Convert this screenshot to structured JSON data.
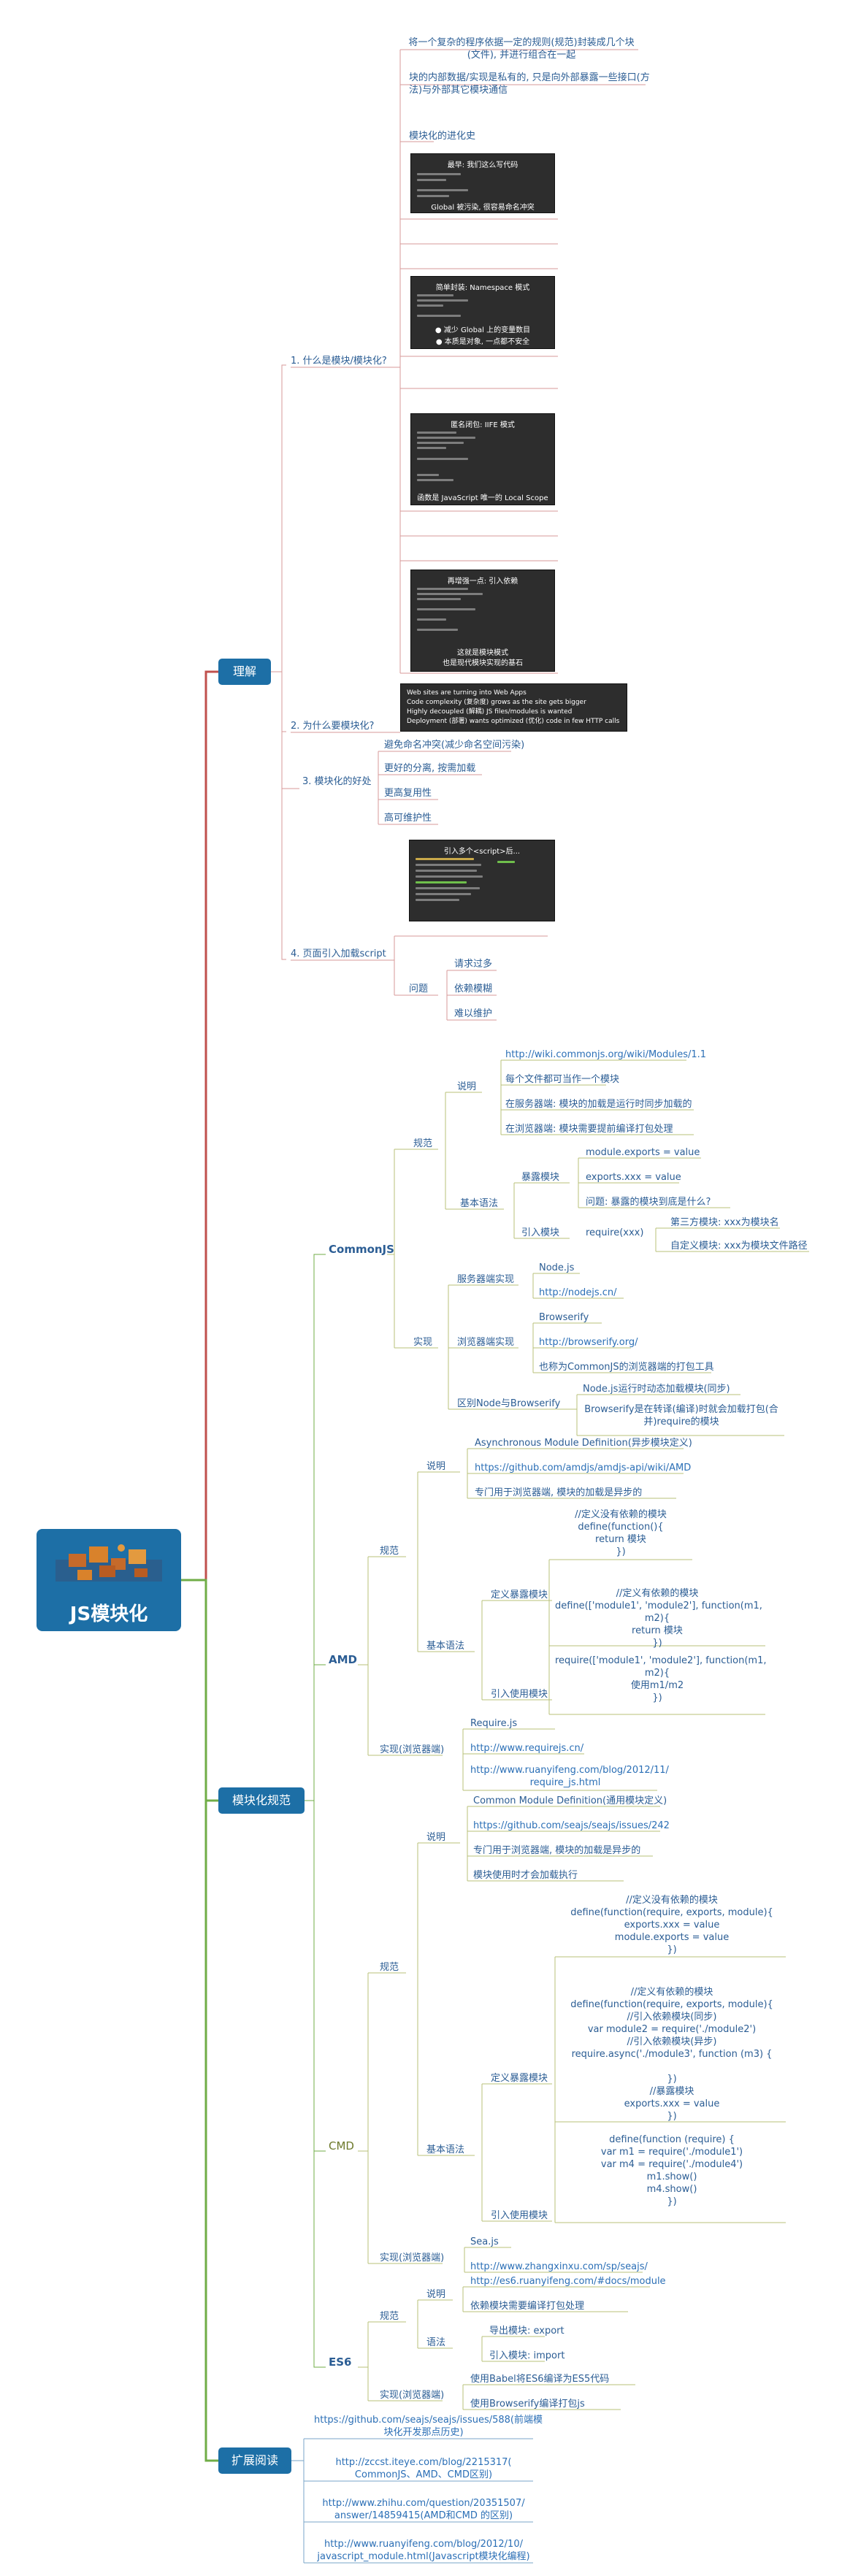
{
  "colors": {
    "red_branch": "#c0504d",
    "green_branch": "#70ad47",
    "node_fill": "#1d6fa6",
    "leaf_text": "#2b5d94"
  },
  "central": {
    "title": "JS模块化"
  },
  "main": {
    "understand": "理解",
    "spec": "模块化规范",
    "reading": "扩展阅读"
  },
  "understand": {
    "what": "1. 什么是模块/模块化?",
    "what_items": [
      "将一个复杂的程序依据一定的规则(规范)封装成几个块(文件), 并进行组合在一起",
      "块的内部数据/实现是私有的, 只是向外部暴露一些接口(方法)与外部其它模块通信",
      "模块化的进化史"
    ],
    "shot1": {
      "title": "最早: 我们这么写代码",
      "caption": "Global 被污染, 很容易命名冲突"
    },
    "shot2": {
      "title": "简单封装: Namespace 模式",
      "caption1": "● 减少 Global 上的变量数目",
      "caption2": "● 本质是对象, 一点都不安全"
    },
    "shot3": {
      "title": "匿名闭包: IIFE 模式",
      "caption": "函数是 JavaScript 唯一的 Local Scope"
    },
    "shot4": {
      "title": "再增强一点: 引入依赖",
      "caption1": "这就是模块模式",
      "caption2": "也是现代模块实现的基石"
    },
    "why": "2. 为什么要模块化?",
    "why_notes": [
      "Web sites are turning into Web Apps",
      "Code complexity (复杂度) grows as the site gets bigger",
      "Highly decoupled (解耦) JS files/modules is wanted",
      "Deployment (部署) wants optimized (优化) code in few HTTP calls"
    ],
    "benefit": "3. 模块化的好处",
    "benefit_items": [
      "避免命名冲突(减少命名空间污染)",
      "更好的分离, 按需加载",
      "更高复用性",
      "高可维护性"
    ],
    "shot5": {
      "title": "引入多个<script>后..."
    },
    "page": "4. 页面引入加载script",
    "problem": "问题",
    "problem_items": [
      "请求过多",
      "依赖模糊",
      "难以维护"
    ]
  },
  "commonjs": {
    "label": "CommonJS",
    "spec": "规范",
    "desc": "说明",
    "desc_items": [
      "http://wiki.commonjs.org/wiki/Modules/1.1",
      "每个文件都可当作一个模块",
      "在服务器端: 模块的加载是运行时同步加载的",
      "在浏览器端: 模块需要提前编译打包处理"
    ],
    "basic": "基本语法",
    "expose": "暴露模块",
    "expose_items": [
      "module.exports = value",
      "exports.xxx = value",
      "问题: 暴露的模块到底是什么?"
    ],
    "import": "引入模块",
    "require": "require(xxx)",
    "require_items": [
      "第三方模块: xxx为模块名",
      "自定义模块: xxx为模块文件路径"
    ],
    "impl": "实现",
    "server": "服务器端实现",
    "server_items": [
      "Node.js",
      "http://nodejs.cn/"
    ],
    "browser": "浏览器端实现",
    "browser_items": [
      "Browserify",
      "http://browserify.org/",
      "也称为CommonJS的浏览器端的打包工具"
    ],
    "diff": "区别Node与Browserify",
    "diff_items": [
      "Node.js运行时动态加载模块(同步)",
      "Browserify是在转译(编译)时就会加载打包(合并)require的模块"
    ]
  },
  "amd": {
    "label": "AMD",
    "spec": "规范",
    "desc": "说明",
    "desc_items": [
      "Asynchronous Module Definition(异步模块定义)",
      "https://github.com/amdjs/amdjs-api/wiki/AMD",
      "专门用于浏览器端, 模块的加载是异步的"
    ],
    "basic": "基本语法",
    "define": "定义暴露模块",
    "define_no_dep": [
      "//定义没有依赖的模块",
      "define(function(){",
      "return 模块",
      "})"
    ],
    "define_dep": [
      "//定义有依赖的模块",
      "define(['module1', 'module2'], function(m1,",
      "m2){",
      "return 模块",
      "})"
    ],
    "use": "引入使用模块",
    "use_code": [
      "require(['module1', 'module2'], function(m1,",
      "m2){",
      "使用m1/m2",
      "})"
    ],
    "impl": "实现(浏览器端)",
    "impl_items": [
      "Require.js",
      "http://www.requirejs.cn/",
      "http://www.ruanyifeng.com/blog/2012/11/",
      "require_js.html"
    ]
  },
  "cmd": {
    "label": "CMD",
    "spec": "规范",
    "desc": "说明",
    "desc_items": [
      "Common Module Definition(通用模块定义)",
      "https://github.com/seajs/seajs/issues/242",
      "专门用于浏览器端, 模块的加载是异步的",
      "模块使用时才会加载执行"
    ],
    "basic": "基本语法",
    "define": "定义暴露模块",
    "define_no_dep": [
      "//定义没有依赖的模块",
      "define(function(require, exports, module){",
      "exports.xxx = value",
      "module.exports = value",
      "})"
    ],
    "define_dep": [
      "//定义有依赖的模块",
      "define(function(require, exports, module){",
      "//引入依赖模块(同步)",
      "var module2 = require('./module2')",
      "//引入依赖模块(异步)",
      "require.async('./module3', function (m3) {",
      "})",
      "//暴露模块",
      "exports.xxx = value",
      "})"
    ],
    "use": "引入使用模块",
    "use_code": [
      "define(function (require) {",
      "var m1 = require('./module1')",
      "var m4 = require('./module4')",
      "m1.show()",
      "m4.show()",
      "})"
    ],
    "impl": "实现(浏览器端)",
    "impl_items": [
      "Sea.js",
      "http://www.zhangxinxu.com/sp/seajs/"
    ]
  },
  "es6": {
    "label": "ES6",
    "spec": "规范",
    "desc": "说明",
    "desc_items": [
      "http://es6.ruanyifeng.com/#docs/module",
      "依赖模块需要编译打包处理"
    ],
    "syntax": "语法",
    "syntax_items": [
      "导出模块: export",
      "引入模块: import"
    ],
    "impl": "实现(浏览器端)",
    "impl_items": [
      "使用Babel将ES6编译为ES5代码",
      "使用Browserify编译打包js"
    ]
  },
  "reading": {
    "items": [
      [
        "https://github.com/seajs/seajs/issues/588(前端模",
        "块化开发那点历史)"
      ],
      [
        "http://zccst.iteye.com/blog/2215317(",
        "CommonJS、AMD、CMD区别)"
      ],
      [
        "http://www.zhihu.com/question/20351507/",
        "answer/14859415(AMD和CMD 的区别)"
      ],
      [
        "http://www.ruanyifeng.com/blog/2012/10/",
        "javascript_module.html(Javascript模块化编程)"
      ]
    ]
  }
}
